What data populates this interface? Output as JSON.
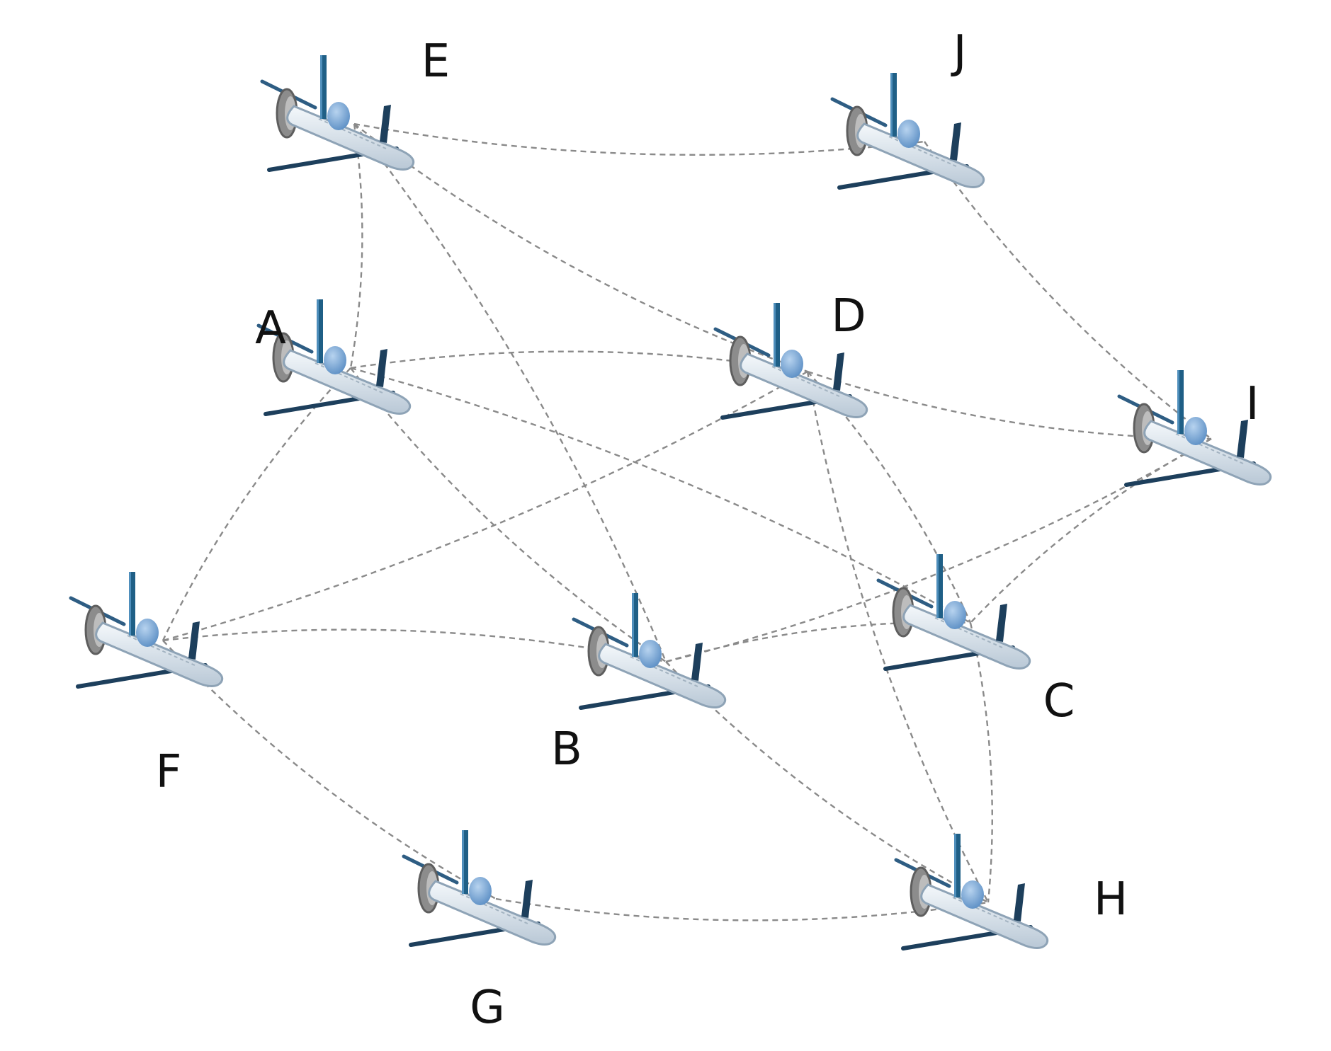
{
  "nodes": [
    {
      "id": "E",
      "label": "E"
    },
    {
      "id": "J",
      "label": "J"
    },
    {
      "id": "A",
      "label": "A"
    },
    {
      "id": "D",
      "label": "D"
    },
    {
      "id": "I",
      "label": "I"
    },
    {
      "id": "F",
      "label": "F"
    },
    {
      "id": "B",
      "label": "B"
    },
    {
      "id": "C",
      "label": "C"
    },
    {
      "id": "G",
      "label": "G"
    },
    {
      "id": "H",
      "label": "H"
    }
  ],
  "links": [
    [
      "E",
      "J"
    ],
    [
      "E",
      "A"
    ],
    [
      "E",
      "D"
    ],
    [
      "E",
      "B"
    ],
    [
      "J",
      "I"
    ],
    [
      "A",
      "D"
    ],
    [
      "A",
      "F"
    ],
    [
      "A",
      "C"
    ],
    [
      "A",
      "B"
    ],
    [
      "D",
      "F"
    ],
    [
      "D",
      "I"
    ],
    [
      "D",
      "C"
    ],
    [
      "D",
      "H"
    ],
    [
      "I",
      "B"
    ],
    [
      "I",
      "C"
    ],
    [
      "F",
      "B"
    ],
    [
      "F",
      "G"
    ],
    [
      "B",
      "C"
    ],
    [
      "B",
      "H"
    ],
    [
      "C",
      "H"
    ],
    [
      "G",
      "H"
    ]
  ],
  "icon": "uav-drone-icon",
  "colors": {
    "link": "#8a8a8a",
    "fuselage": "#dfe7ee",
    "wing": "#1d3f5c",
    "tail_fin": "#1f5f86",
    "prop": "#808080",
    "dome": "#6f9fd0",
    "label": "#111111"
  }
}
